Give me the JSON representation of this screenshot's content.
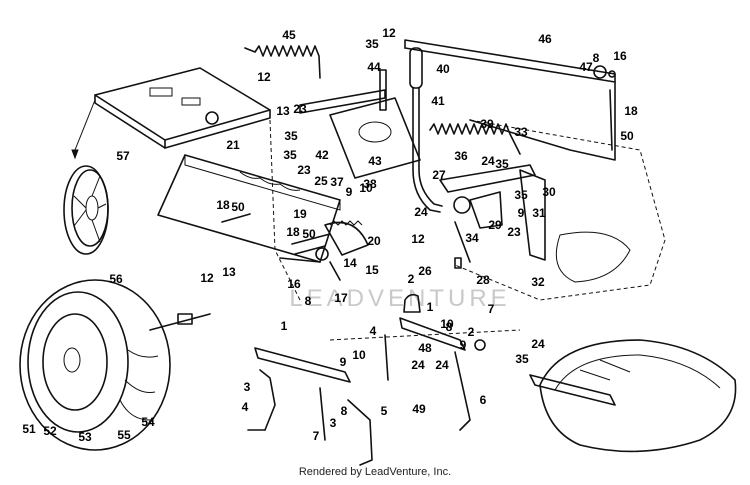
{
  "diagram": {
    "callouts": [
      "1",
      "2",
      "3",
      "4",
      "5",
      "6",
      "7",
      "8",
      "9",
      "10",
      "12",
      "13",
      "14",
      "15",
      "16",
      "17",
      "18",
      "19",
      "20",
      "21",
      "23",
      "24",
      "25",
      "26",
      "27",
      "28",
      "29",
      "30",
      "31",
      "32",
      "33",
      "34",
      "35",
      "36",
      "37",
      "38",
      "39",
      "40",
      "41",
      "42",
      "43",
      "44",
      "45",
      "46",
      "47",
      "48",
      "49",
      "50",
      "51",
      "52",
      "53",
      "54",
      "55",
      "56",
      "57"
    ],
    "watermark": "LEADVENTURE",
    "credit": "Rendered by LeadVenture, Inc."
  }
}
